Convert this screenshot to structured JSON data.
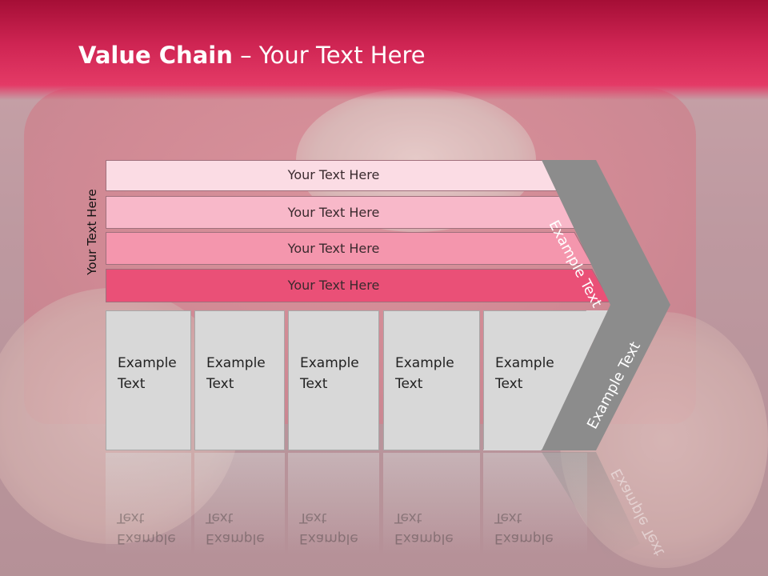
{
  "title": {
    "bold": "Value Chain",
    "rest": " – Your Text Here"
  },
  "side_label": "Your Text Here",
  "rows": [
    {
      "label": "Your Text Here",
      "fill": "#fbdce4"
    },
    {
      "label": "Your Text Here",
      "fill": "#f8b8c9"
    },
    {
      "label": "Your Text Here",
      "fill": "#f496ad"
    },
    {
      "label": "Your Text Here",
      "fill": "#ea5077"
    }
  ],
  "columns": [
    {
      "label": "Example\nText"
    },
    {
      "label": "Example\nText"
    },
    {
      "label": "Example\nText"
    },
    {
      "label": "Example\nText"
    },
    {
      "label": "Example\nText"
    }
  ],
  "chevron": {
    "top_label": "Example Text",
    "bottom_label": "Example Text",
    "color": "#8c8c8c"
  },
  "colors": {
    "title_bar": "#d42a59",
    "column_fill": "#d8d8d8"
  }
}
